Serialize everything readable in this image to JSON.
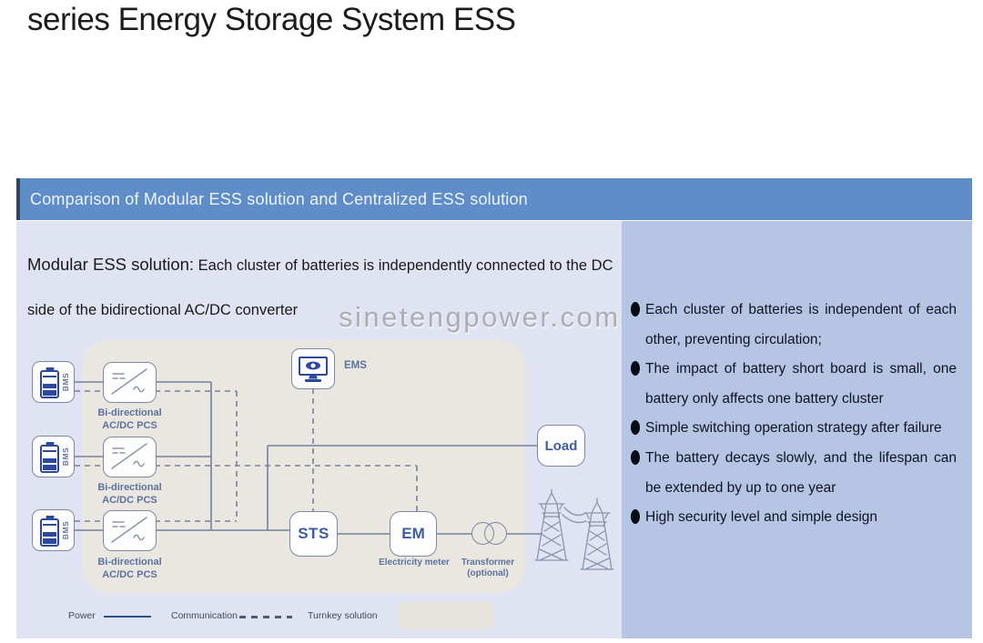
{
  "page": {
    "title": "series Energy Storage System ESS"
  },
  "banner": {
    "text": "Comparison of Modular ESS solution and Centralized ESS solution"
  },
  "left_panel": {
    "heading": "Modular ESS solution:",
    "description": " Each cluster of batteries is independently connected to the DC side of the bidirectional AC/DC converter"
  },
  "watermark": "sinetengpower.com",
  "diagram": {
    "bms_label": "BMS",
    "pcs_label_line1": "Bi-directional",
    "pcs_label_line2": "AC/DC PCS",
    "ems_label": "EMS",
    "sts_label": "STS",
    "em_label": "EM",
    "em_caption": "Electricity meter",
    "transformer_caption_line1": "Transformer",
    "transformer_caption_line2": "(optional)",
    "load_label": "Load",
    "legend": {
      "power": "Power",
      "communication": "Communication",
      "turnkey": "Turnkey solution"
    }
  },
  "right_panel": {
    "bullets": [
      "Each cluster of batteries is independent of each other, preventing circulation;",
      "The impact of battery short board is small, one battery only affects one battery cluster",
      "Simple switching operation strategy after failure",
      "The battery decays slowly, and the lifespan can be extended by up to one year",
      "High security level and simple design"
    ]
  },
  "colors": {
    "banner_blue": "#5e8dc7",
    "banner_accent": "#2f4468",
    "left_panel_bg": "#e0e4f2",
    "right_panel_bg": "#b6c5e3",
    "turnkey_area_bg": "#e9e7e0",
    "wire_slate": "#75819e",
    "box_border": "#7d89a4",
    "label_slate": "#5d71a0",
    "label_deep_blue": "#3d5ea6",
    "battery_blue": "#2b4a9b",
    "power_line_blue": "#2e4d8e",
    "bullet_text": "#0e1322"
  }
}
